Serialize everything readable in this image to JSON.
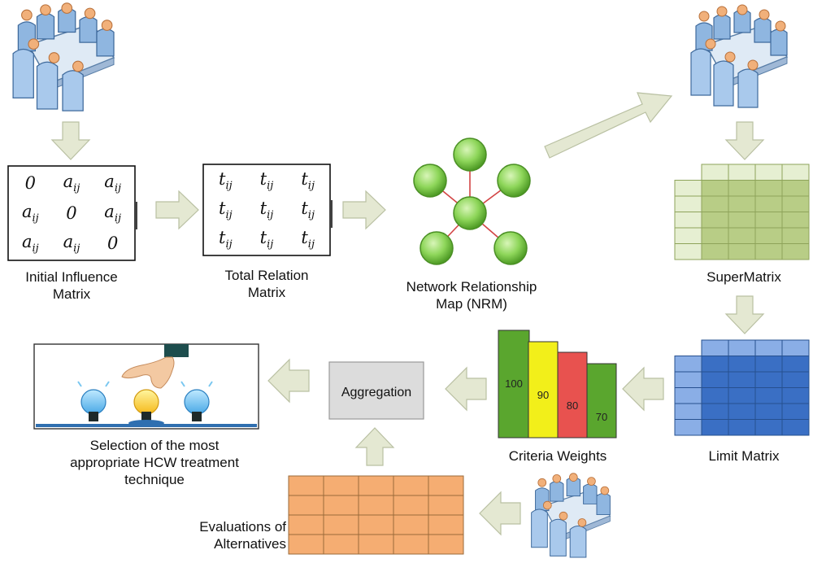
{
  "captions": {
    "initial_influence": "Initial Influence\nMatrix",
    "total_relation": "Total Relation\nMatrix",
    "nrm": "Network Relationship\nMap (NRM)",
    "supermatrix": "SuperMatrix",
    "limit_matrix": "Limit Matrix",
    "criteria_weights": "Criteria Weights",
    "aggregation": "Aggregation",
    "selection": "Selection of the most\nappropriate HCW treatment\ntechnique",
    "evaluations": "Evaluations of\nAlternatives"
  },
  "initial_matrix": [
    [
      "0",
      "a_ij",
      "a_ij"
    ],
    [
      "a_ij",
      "0",
      "a_ij"
    ],
    [
      "a_ij",
      "a_ij",
      "0"
    ]
  ],
  "total_matrix": [
    [
      "t_ij",
      "t_ij",
      "t_ij"
    ],
    [
      "t_ij",
      "t_ij",
      "t_ij"
    ],
    [
      "t_ij",
      "t_ij",
      "t_ij"
    ]
  ],
  "criteria_bars": [
    {
      "value": "100",
      "color": "#5aa62e"
    },
    {
      "value": "90",
      "color": "#f2ef1a"
    },
    {
      "value": "80",
      "color": "#e8524f"
    },
    {
      "value": "70",
      "color": "#5aa62e"
    }
  ],
  "colors": {
    "arrow": "#e4e8d2",
    "arrow_stroke": "#b9c0a2",
    "supermatrix": "#b8cd86",
    "supermatrix_light": "#e6efd2",
    "limit": "#3a6fc4",
    "limit_light": "#8aaee6",
    "evaluation": "#f5ad72",
    "node": "#7fcf4a"
  },
  "icons": [
    "meeting-group-icon",
    "lightbulb-icon",
    "hand-icon"
  ]
}
